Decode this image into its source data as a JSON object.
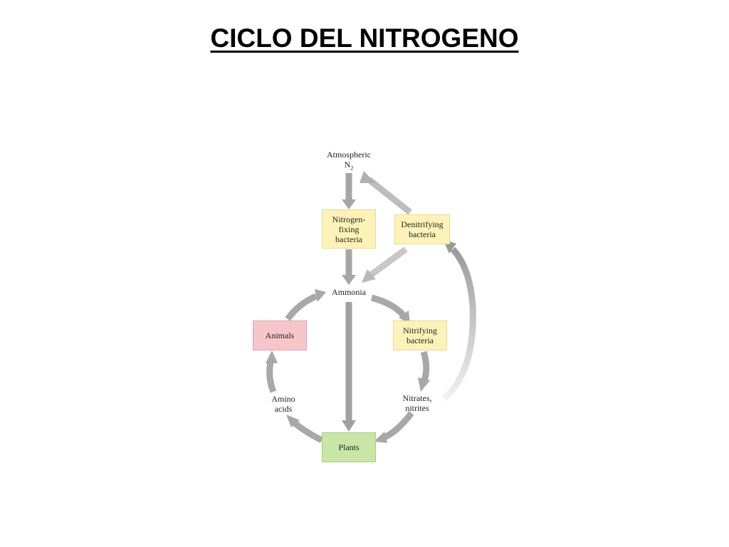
{
  "title": "CICLO DEL NITROGENO",
  "diagram": {
    "atmospheric": {
      "line1": "Atmospheric",
      "line2": "N",
      "line2_sub": "2"
    },
    "nitrogen_fixing": {
      "line1": "Nitrogen-",
      "line2": "fixing",
      "line3": "bacteria",
      "color": "#fdf3b8"
    },
    "denitrifying": {
      "line1": "Denitrifying",
      "line2": "bacteria",
      "color": "#fdf3b8"
    },
    "ammonia": {
      "label": "Ammonia"
    },
    "animals": {
      "label": "Animals",
      "color": "#f6c6cb"
    },
    "nitrifying": {
      "line1": "Nitrifying",
      "line2": "bacteria",
      "color": "#fdf3b8"
    },
    "amino_acids": {
      "line1": "Amino",
      "line2": "acids"
    },
    "nitrates": {
      "line1": "Nitrates,",
      "line2": "nitrites"
    },
    "plants": {
      "label": "Plants",
      "color": "#c9e6a6"
    },
    "arrow_color": "#9e9e9e"
  }
}
